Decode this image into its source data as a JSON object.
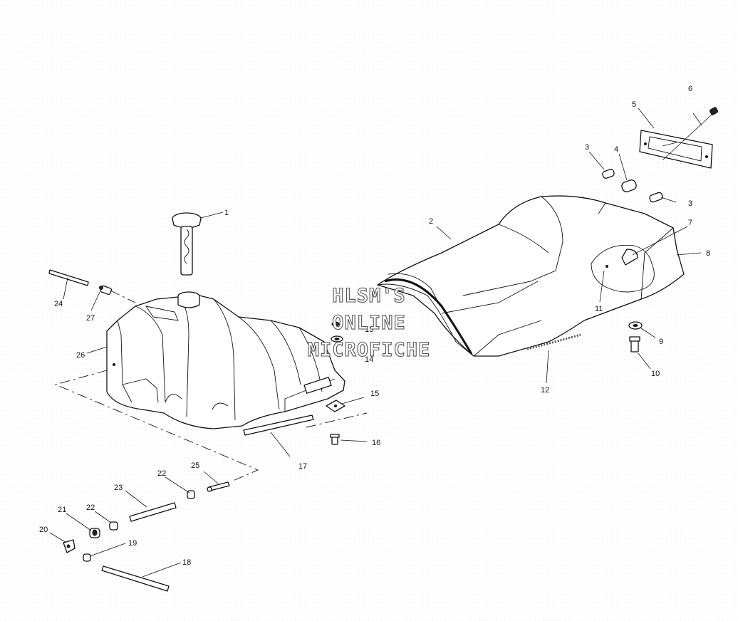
{
  "watermark": {
    "line1": "HLSM'S",
    "line2": "ONLINE",
    "line3": "MICROFICHE"
  },
  "callouts": [
    {
      "id": "c1",
      "text": "1"
    },
    {
      "id": "c2",
      "text": "2"
    },
    {
      "id": "c3a",
      "text": "3"
    },
    {
      "id": "c3b",
      "text": "3"
    },
    {
      "id": "c4",
      "text": "4"
    },
    {
      "id": "c5",
      "text": "5"
    },
    {
      "id": "c6",
      "text": "6"
    },
    {
      "id": "c7",
      "text": "7"
    },
    {
      "id": "c8",
      "text": "8"
    },
    {
      "id": "c9",
      "text": "9"
    },
    {
      "id": "c10",
      "text": "10"
    },
    {
      "id": "c11",
      "text": "11"
    },
    {
      "id": "c12",
      "text": "12"
    },
    {
      "id": "c13",
      "text": "13"
    },
    {
      "id": "c14",
      "text": "14"
    },
    {
      "id": "c15",
      "text": "15"
    },
    {
      "id": "c16",
      "text": "16"
    },
    {
      "id": "c17",
      "text": "17"
    },
    {
      "id": "c18",
      "text": "18"
    },
    {
      "id": "c19",
      "text": "19"
    },
    {
      "id": "c20",
      "text": "20"
    },
    {
      "id": "c21",
      "text": "21"
    },
    {
      "id": "c22a",
      "text": "22"
    },
    {
      "id": "c22b",
      "text": "22"
    },
    {
      "id": "c23",
      "text": "23"
    },
    {
      "id": "c24",
      "text": "24"
    },
    {
      "id": "c25",
      "text": "25"
    },
    {
      "id": "c26",
      "text": "26"
    },
    {
      "id": "c27",
      "text": "27"
    }
  ]
}
